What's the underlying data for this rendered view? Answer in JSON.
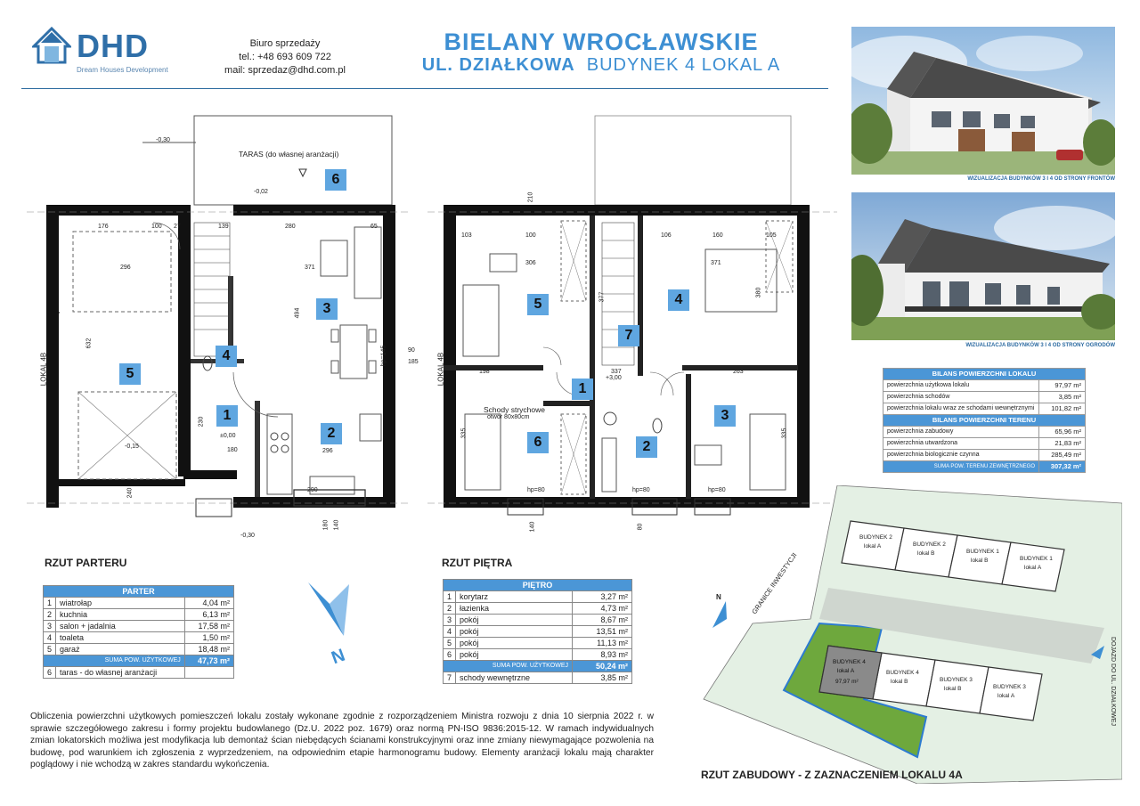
{
  "header": {
    "logo_text": "DHD",
    "logo_sub": "Dream Houses Development",
    "office_title": "Biuro sprzedaży",
    "office_phone": "tel.: +48 693 609 722",
    "office_mail": "mail: sprzedaz@dhd.com.pl",
    "title_line1": "BIELANY WROCŁAWSKIE",
    "title_street": "UL. DZIAŁKOWA",
    "title_building": "BUDYNEK 4 LOKAL A"
  },
  "photos": {
    "caption_front": "WIZUALIZACJA BUDYNKÓW 3 I 4 OD STRONY FRONTÓW",
    "caption_garden": "WIZUALIZACJA BUDYNKÓW 3 I 4 OD STRONY OGRODÓW"
  },
  "ground_plan": {
    "label": "RZUT PARTERU",
    "terrace_label": "TARAS (do własnej aranżacji)",
    "side_label": "LOKAL 4B",
    "rooms": [
      "1",
      "2",
      "3",
      "4",
      "5",
      "6"
    ],
    "dims": {
      "d010a": "-0,30",
      "d176": "176",
      "d100a": "100",
      "d27": "27",
      "d139": "139",
      "d280": "280",
      "d65": "65",
      "d296a": "296",
      "d371": "371",
      "d494": "494",
      "d632": "632",
      "d185": "185",
      "d90": "90",
      "hp145": "hp=145",
      "d296b": "296",
      "d180": "180",
      "d000": "±0,00",
      "d015": "-0,15",
      "d002": "-0,02",
      "d030b": "-0,30",
      "d240": "240",
      "d230": "230",
      "d180b": "180",
      "d140": "140",
      "d290": "290"
    }
  },
  "upper_plan": {
    "label": "RZUT PIĘTRA",
    "side_label": "LOKAL 4B",
    "stairs_label": "Schody strychowe",
    "stairs_size": "otwór 80x80cm",
    "level": "+3,00",
    "rooms": [
      "1",
      "2",
      "3",
      "4",
      "5",
      "6",
      "7"
    ],
    "dims": {
      "d306": "306",
      "d371": "371",
      "d377": "377",
      "d198": "198",
      "d337": "337",
      "d263": "263",
      "d335a": "335",
      "d335b": "335",
      "d380": "380",
      "d106": "106",
      "d160": "160",
      "d105": "105",
      "d103": "103",
      "d100": "100",
      "hp80a": "hp=80",
      "hp80b": "hp=80",
      "hp80c": "hp=80",
      "d140": "140",
      "d80": "80",
      "d210": "210"
    }
  },
  "parter_table": {
    "header": "PARTER",
    "rows": [
      {
        "n": "1",
        "name": "wiatrołap",
        "area": "4,04 m²"
      },
      {
        "n": "2",
        "name": "kuchnia",
        "area": "6,13 m²"
      },
      {
        "n": "3",
        "name": "salon + jadalnia",
        "area": "17,58 m²"
      },
      {
        "n": "4",
        "name": "toaleta",
        "area": "1,50 m²"
      },
      {
        "n": "5",
        "name": "garaż",
        "area": "18,48 m²"
      }
    ],
    "sum_label": "SUMA POW. UŻYTKOWEJ",
    "sum_value": "47,73 m²",
    "extra": {
      "n": "6",
      "name": "taras - do własnej aranżacji",
      "area": ""
    }
  },
  "pietro_table": {
    "header": "PIĘTRO",
    "rows": [
      {
        "n": "1",
        "name": "korytarz",
        "area": "3,27 m²"
      },
      {
        "n": "2",
        "name": "łazienka",
        "area": "4,73 m²"
      },
      {
        "n": "3",
        "name": "pokój",
        "area": "8,67 m²"
      },
      {
        "n": "4",
        "name": "pokój",
        "area": "13,51 m²"
      },
      {
        "n": "5",
        "name": "pokój",
        "area": "11,13 m²"
      },
      {
        "n": "6",
        "name": "pokój",
        "area": "8,93 m²"
      }
    ],
    "sum_label": "SUMA POW. UŻYTKOWEJ",
    "sum_value": "50,24 m²",
    "extra": {
      "n": "7",
      "name": "schody wewnętrzne",
      "area": "3,85 m²"
    }
  },
  "balance": {
    "header1": "BILANS POWIERZCHNI LOKALU",
    "rows1": [
      {
        "name": "powierzchnia użytkowa lokalu",
        "value": "97,97 m²"
      },
      {
        "name": "powierzchnia schodów",
        "value": "3,85 m²"
      },
      {
        "name": "powierzchnia lokalu wraz ze schodami wewnętrznymi",
        "value": "101,82 m²"
      }
    ],
    "header2": "BILANS POWIERZCHNI TERENU",
    "rows2": [
      {
        "name": "powierzchnia zabudowy",
        "value": "65,96 m²"
      },
      {
        "name": "powierzchnia utwardzona",
        "value": "21,83 m²"
      },
      {
        "name": "powierzchnia biologicznie czynna",
        "value": "285,49 m²"
      }
    ],
    "sum_label": "SUMA POW. TERENU ZEWNĘTRZNEGO",
    "sum_value": "307,32 m²"
  },
  "note": "Obliczenia powierzchni użytkowych pomieszczeń lokalu zostały wykonane zgodnie z rozporządzeniem Ministra rozwoju z dnia 10 sierpnia 2022 r. w sprawie szczegółowego zakresu i formy projektu budowlanego (Dz.U. 2022 poz. 1679) oraz normą PN-ISO 9836:2015-12. W ramach indywidualnych zmian lokatorskich możliwa jest modyfikacja lub demontaż ścian niebędących ścianami konstrukcyjnymi oraz inne zmiany niewymagające pozwolenia na budowę, pod warunkiem ich zgłoszenia z wyprzedzeniem, na odpowiednim etapie harmonogramu budowy. Elementy aranżacji lokalu mają charakter poglądowy i nie wchodzą w zakres standardu wykończenia.",
  "site": {
    "label": "RZUT ZABUDOWY - Z ZAZNACZENIEM LOKALU 4A",
    "boundary": "GRANICE INWESTYCJI",
    "access": "DOJAZD DO UL. DZIAŁKOWEJ",
    "north": "N",
    "b2a_1": "BUDYNEK 2",
    "b2a_2": "lokal A",
    "b2b_1": "BUDYNEK 2",
    "b2b_2": "lokal B",
    "b1b_1": "BUDYNEK 1",
    "b1b_2": "lokal B",
    "b1a_1": "BUDYNEK 1",
    "b1a_2": "lokal A",
    "b4a_1": "BUDYNEK 4",
    "b4a_2": "lokal A",
    "b4a_3": "97,97 m²",
    "b4b_1": "BUDYNEK 4",
    "b4b_2": "lokal B",
    "b3b_1": "BUDYNEK 3",
    "b3b_2": "lokal B",
    "b3a_1": "BUDYNEK 3",
    "b3a_2": "lokal A"
  },
  "compass": {
    "north": "N"
  },
  "colors": {
    "accent": "#3d8fd3",
    "room_tag": "#5fa6e0",
    "table_header": "#4b96d6",
    "grass": "#6ea83d"
  }
}
